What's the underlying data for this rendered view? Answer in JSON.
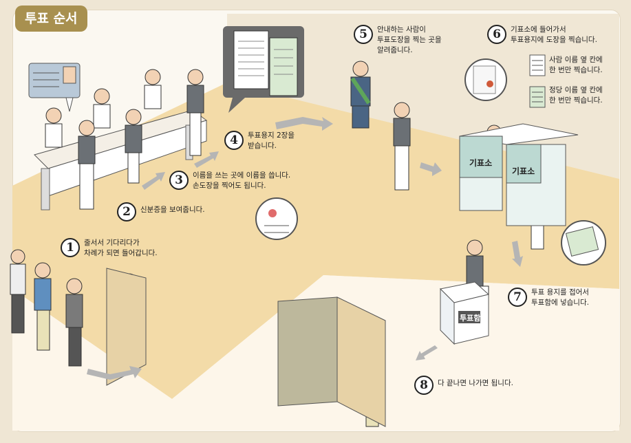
{
  "title": "투표 순서",
  "steps": [
    {
      "num": "1",
      "text": "줄서서 기다리다가\n차례가 되면 들어갑니다."
    },
    {
      "num": "2",
      "text": "신분증을 보여줍니다."
    },
    {
      "num": "3",
      "text": "이름을 쓰는 곳에 이름을 씁니다.\n손도장을 찍어도 됩니다."
    },
    {
      "num": "4",
      "text": "투표용지 2장을\n받습니다."
    },
    {
      "num": "5",
      "text": "안내하는 사람이\n투표도장을 찍는 곳을\n알려줍니다."
    },
    {
      "num": "6",
      "text": "기표소에 들어가서\n투표용지에 도장을 찍습니다."
    },
    {
      "num": "7",
      "text": "투표 용지를 접어서\n투표함에 넣습니다."
    },
    {
      "num": "8",
      "text": "다 끝나면 나가면 됩니다."
    }
  ],
  "legend": {
    "person": "사람 이름 옆 칸에\n한 번만 찍습니다.",
    "party": "정당 이름 옆 칸에\n한 번만 찍습니다."
  },
  "booth_label": "기표소",
  "ballot_box_label": "투표함"
}
